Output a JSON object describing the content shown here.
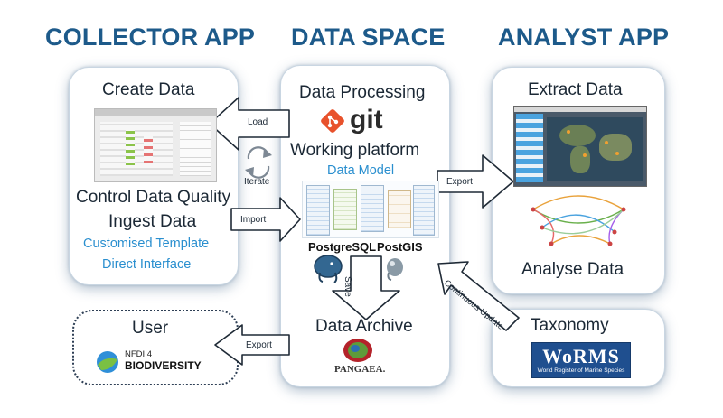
{
  "headers": {
    "collector": "COLLECTOR APP",
    "dataspace": "DATA SPACE",
    "analyst": "ANALYST APP"
  },
  "collector": {
    "create_data": "Create Data",
    "control_quality": "Control Data Quality",
    "ingest": "Ingest Data",
    "template": "Customised Template",
    "interface": "Direct Interface"
  },
  "dataspace": {
    "processing": "Data Processing",
    "git": "git",
    "working_platform": "Working platform",
    "data_model": "Data Model",
    "postgresql": "PostgreSQL",
    "postgis": "PostGIS",
    "archive": "Data Archive",
    "pangaea": "PANGAEA."
  },
  "analyst": {
    "extract": "Extract Data",
    "analyse": "Analyse Data"
  },
  "user": {
    "title": "User",
    "nfdi_top": "NFDI 4",
    "nfdi_bottom": "BIODIVERSITY"
  },
  "taxonomy": {
    "title": "Taxonomy",
    "worms": "WoRMS",
    "worms_sub": "World Register of Marine Species"
  },
  "arrows": {
    "load": "Load",
    "iterate": "Iterate",
    "import": "Import",
    "export_right": "Export",
    "save": "Save",
    "export_left": "Export",
    "continuous": "Continuous Update"
  },
  "colors": {
    "header": "#1d5a8a",
    "accent_blue": "#2a8fcf",
    "git_orange": "#e8522c",
    "worms_blue": "#1f4f8f"
  }
}
